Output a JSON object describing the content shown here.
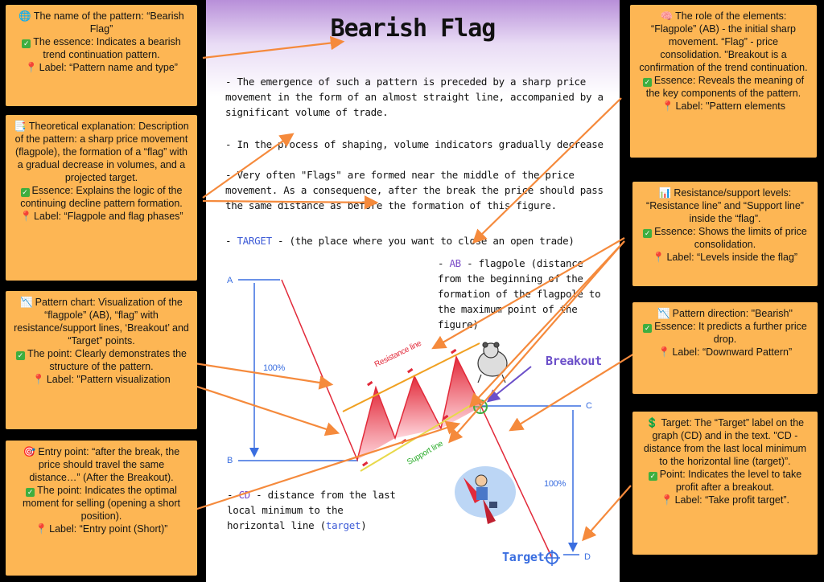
{
  "title": "Bearish Flag",
  "paragraphs": {
    "p1": "- The emergence of such a pattern is preceded by a sharp price movement in the form of an almost straight line, accompanied by a significant volume of trade.",
    "p2": "- In the process of shaping, volume indicators gradually decrease",
    "p3": "- Very often \"Flags\" are formed near the middle of the price movement. As a consequence, after the break the price should pass the same distance as before the formation of this figure.",
    "p4_prefix": "- ",
    "p4_key": "TARGET",
    "p4_rest": " - (the place where you want to close an open trade)",
    "p5_prefix": "- ",
    "p5_key": "AB",
    "p5_rest": " - flagpole (distance from the beginning of the formation of the flagpole to the maximum point of the figure)",
    "p6_prefix": "- ",
    "p6_key": "CD",
    "p6_rest": " - distance from the last local minimum to the horizontal line (",
    "p6_key2": "target",
    "p6_end": ")"
  },
  "chart": {
    "point_a": "A",
    "point_b": "B",
    "point_c": "C",
    "point_d": "D",
    "pct_ab": "100%",
    "pct_cd": "100%",
    "resistance_label": "Resistance line",
    "support_label": "Support line",
    "breakout_label": "Breakout",
    "target_label": "Target"
  },
  "cards": {
    "name": {
      "head": "The name of the pattern: “Bearish Flag”",
      "essence": "The essence: Indicates a bearish trend continuation pattern.",
      "label": "Label: “Pattern name and type”"
    },
    "theory": {
      "head": "Theoretical explanation: Description of the pattern: a sharp price movement (flagpole), the formation of a “flag” with a gradual decrease in volumes, and a projected target.",
      "essence": "Essence: Explains the logic of the continuing decline pattern formation.",
      "label": "Label: “Flagpole and flag phases”"
    },
    "chart": {
      "head": "Pattern chart: Visualization of the “flagpole” (AB), “flag” with resistance/support lines, ‘Breakout’ and “Target” points.",
      "essence": "The point: Clearly demonstrates the structure of the pattern.",
      "label": "Label: \"Pattern visualization"
    },
    "entry": {
      "head": "Entry point: “after the break, the price should travel the same distance…” (After the Breakout).",
      "essence": "The point: Indicates the optimal moment for selling (opening a short position).",
      "label": "Label: “Entry point (Short)”"
    },
    "role": {
      "head": "The role of the elements: “Flagpole” (AB) - the initial sharp movement. “Flag” - price consolidation. \"Breakout is a confirmation of the trend continuation.",
      "essence": "Essence: Reveals the meaning of the key components of the pattern.",
      "label": "Label: \"Pattern elements"
    },
    "levels": {
      "head": "Resistance/support levels: “Resistance line” and “Support line” inside the “flag”.",
      "essence": "Essence: Shows the limits of price consolidation.",
      "label": "Label: “Levels inside the flag”"
    },
    "direction": {
      "head": "Pattern direction: \"Bearish\"",
      "essence": "Essence: It predicts a further price drop.",
      "label": "Label: “Downward Pattern”"
    },
    "target": {
      "head": "Target: The “Target” label on the graph (CD) and in the text. \"CD - distance from the last local minimum to the horizontal line (target)”.",
      "essence": "Point: Indicates the level to take profit after a breakout.",
      "label": "Label: “Take profit target”."
    }
  },
  "colors": {
    "card_bg": "#fdb654",
    "arrow": "#f58a3c",
    "chart_blue": "#3a6ee0",
    "resistance": "#f0a020",
    "support": "#e8d94a",
    "flag_fill": "#e22a3a",
    "breakout": "#6b4fc9"
  }
}
